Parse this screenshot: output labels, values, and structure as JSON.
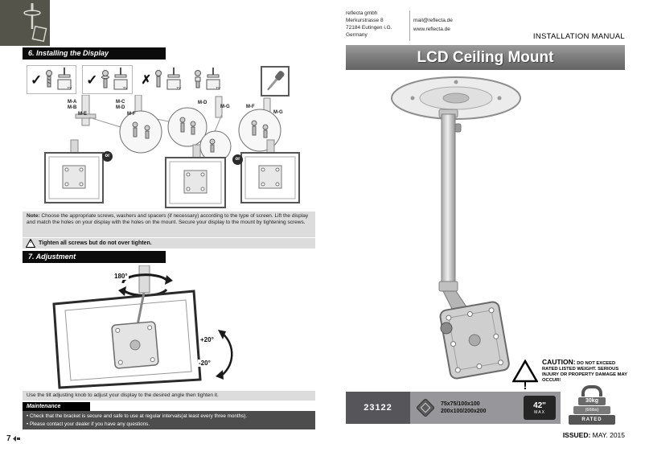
{
  "left": {
    "section6": {
      "title": "6. Installing the Display",
      "check_glyph": "✓",
      "cross_glyph": "✗",
      "tv_label": "TV",
      "groups": [
        {
          "l0": "M-A",
          "l1": "M-B",
          "l2": "M-E"
        },
        {
          "l0": "M-C",
          "l1": "M-D",
          "l2": "M-F"
        },
        {
          "l0": "M-D",
          "l1": "M-G"
        },
        {
          "l0": "M-F",
          "l1": "M-G"
        }
      ],
      "or1": "or",
      "or2": "or",
      "note_label": "Note:",
      "note_text": "Choose the appropriate screws, washers and spacers (if necessary) according to the type of screen. Lift the display and match the holes on your display with the holes on the mount. Secure your display to the mount by tightening screws.",
      "warn_mark": "!",
      "warning": "Tighten all screws but do not over tighten."
    },
    "section7": {
      "title": "7. Adjustment",
      "rotate": "180°",
      "tilt_up": "+20°",
      "tilt_down": "-20°",
      "instruction": "Use the tilt adjusting knob to adjust your display to the desired angle then tighten it."
    },
    "maintenance": {
      "title": "Maintenance",
      "line1": "• Check that the bracket is secure and safe to use at regular intervals(at least every three months).",
      "line2": "• Please contact your dealer if you have any questions."
    },
    "page_number": "7"
  },
  "right": {
    "company_name": "reflecta gmbh",
    "company_addr1": "Merkurstrasse 8",
    "company_addr2": "72184 Eutingen i.G.",
    "company_addr3": "Germany",
    "email": "mail@reflecta.de",
    "website": "www.reflecta.de",
    "manual_label": "INSTALLATION MANUAL",
    "title": "LCD Ceiling Mount",
    "caution_mark": "!",
    "caution_label": "CAUTION:",
    "caution_text": "DO NOT EXCEED RATED LISTED WEIGHT. SERIOUS INJURY OR PROPERTY DAMAGE MAY OCCUR!",
    "model": "23122",
    "vesa_line1": "75x75/100x100",
    "vesa_line2": "200x100/200x200",
    "tv_size": "42\"",
    "tv_max": "MAX",
    "weight_kg": "30kg",
    "weight_lbs": "(66lbs)",
    "weight_rated": "RATED",
    "issued_label": "ISSUED:",
    "issued_value": "MAY. 2015"
  }
}
